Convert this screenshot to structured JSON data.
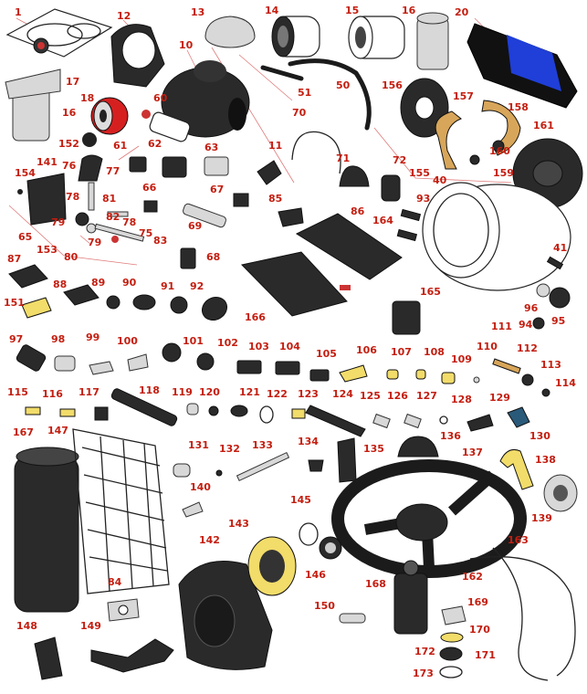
{
  "colors": {
    "label": "#c41e10",
    "part_dark": "#2a2a2a",
    "part_light": "#d8d8d8",
    "accent_red": "#d62020",
    "accent_blue": "#1f3fd8",
    "accent_tan": "#d8a65a",
    "accent_yellow": "#f2dc6a",
    "leader": "#e07a7a"
  },
  "labels": [
    {
      "id": "1",
      "text": "1"
    },
    {
      "id": "12",
      "text": "12"
    },
    {
      "id": "13",
      "text": "13"
    },
    {
      "id": "14",
      "text": "14"
    },
    {
      "id": "15",
      "text": "15"
    },
    {
      "id": "16a",
      "text": "16"
    },
    {
      "id": "20",
      "text": "20"
    },
    {
      "id": "17",
      "text": "17"
    },
    {
      "id": "10",
      "text": "10"
    },
    {
      "id": "16b",
      "text": "16"
    },
    {
      "id": "18",
      "text": "18"
    },
    {
      "id": "60",
      "text": "60"
    },
    {
      "id": "51",
      "text": "51"
    },
    {
      "id": "50",
      "text": "50"
    },
    {
      "id": "156",
      "text": "156"
    },
    {
      "id": "157",
      "text": "157"
    },
    {
      "id": "158",
      "text": "158"
    },
    {
      "id": "161",
      "text": "161"
    },
    {
      "id": "152",
      "text": "152"
    },
    {
      "id": "61",
      "text": "61"
    },
    {
      "id": "62",
      "text": "62"
    },
    {
      "id": "63",
      "text": "63"
    },
    {
      "id": "11",
      "text": "11"
    },
    {
      "id": "70",
      "text": "70"
    },
    {
      "id": "160",
      "text": "160"
    },
    {
      "id": "159",
      "text": "159"
    },
    {
      "id": "154",
      "text": "154"
    },
    {
      "id": "141",
      "text": "141"
    },
    {
      "id": "76",
      "text": "76"
    },
    {
      "id": "77",
      "text": "77"
    },
    {
      "id": "71",
      "text": "71"
    },
    {
      "id": "72",
      "text": "72"
    },
    {
      "id": "155",
      "text": "155"
    },
    {
      "id": "40",
      "text": "40"
    },
    {
      "id": "66",
      "text": "66"
    },
    {
      "id": "67",
      "text": "67"
    },
    {
      "id": "85",
      "text": "85"
    },
    {
      "id": "93",
      "text": "93"
    },
    {
      "id": "78a",
      "text": "78"
    },
    {
      "id": "81",
      "text": "81"
    },
    {
      "id": "79a",
      "text": "79"
    },
    {
      "id": "82",
      "text": "82"
    },
    {
      "id": "78b",
      "text": "78"
    },
    {
      "id": "86",
      "text": "86"
    },
    {
      "id": "164",
      "text": "164"
    },
    {
      "id": "65",
      "text": "65"
    },
    {
      "id": "79b",
      "text": "79"
    },
    {
      "id": "75",
      "text": "75"
    },
    {
      "id": "69",
      "text": "69"
    },
    {
      "id": "83",
      "text": "83"
    },
    {
      "id": "153",
      "text": "153"
    },
    {
      "id": "80",
      "text": "80"
    },
    {
      "id": "68",
      "text": "68"
    },
    {
      "id": "41",
      "text": "41"
    },
    {
      "id": "87",
      "text": "87"
    },
    {
      "id": "88",
      "text": "88"
    },
    {
      "id": "89",
      "text": "89"
    },
    {
      "id": "90",
      "text": "90"
    },
    {
      "id": "91",
      "text": "91"
    },
    {
      "id": "92",
      "text": "92"
    },
    {
      "id": "165",
      "text": "165"
    },
    {
      "id": "151",
      "text": "151"
    },
    {
      "id": "166",
      "text": "166"
    },
    {
      "id": "96",
      "text": "96"
    },
    {
      "id": "95",
      "text": "95"
    },
    {
      "id": "94",
      "text": "94"
    },
    {
      "id": "97",
      "text": "97"
    },
    {
      "id": "98",
      "text": "98"
    },
    {
      "id": "99",
      "text": "99"
    },
    {
      "id": "100",
      "text": "100"
    },
    {
      "id": "101",
      "text": "101"
    },
    {
      "id": "102",
      "text": "102"
    },
    {
      "id": "103",
      "text": "103"
    },
    {
      "id": "104",
      "text": "104"
    },
    {
      "id": "105",
      "text": "105"
    },
    {
      "id": "106",
      "text": "106"
    },
    {
      "id": "107",
      "text": "107"
    },
    {
      "id": "108",
      "text": "108"
    },
    {
      "id": "109",
      "text": "109"
    },
    {
      "id": "110",
      "text": "110"
    },
    {
      "id": "111",
      "text": "111"
    },
    {
      "id": "112",
      "text": "112"
    },
    {
      "id": "113",
      "text": "113"
    },
    {
      "id": "114",
      "text": "114"
    },
    {
      "id": "115",
      "text": "115"
    },
    {
      "id": "116",
      "text": "116"
    },
    {
      "id": "117",
      "text": "117"
    },
    {
      "id": "118",
      "text": "118"
    },
    {
      "id": "119",
      "text": "119"
    },
    {
      "id": "120",
      "text": "120"
    },
    {
      "id": "121",
      "text": "121"
    },
    {
      "id": "122",
      "text": "122"
    },
    {
      "id": "123",
      "text": "123"
    },
    {
      "id": "124",
      "text": "124"
    },
    {
      "id": "125",
      "text": "125"
    },
    {
      "id": "126",
      "text": "126"
    },
    {
      "id": "127",
      "text": "127"
    },
    {
      "id": "128",
      "text": "128"
    },
    {
      "id": "129",
      "text": "129"
    },
    {
      "id": "130",
      "text": "130"
    },
    {
      "id": "167",
      "text": "167"
    },
    {
      "id": "147",
      "text": "147"
    },
    {
      "id": "136",
      "text": "136"
    },
    {
      "id": "131",
      "text": "131"
    },
    {
      "id": "132",
      "text": "132"
    },
    {
      "id": "133",
      "text": "133"
    },
    {
      "id": "134",
      "text": "134"
    },
    {
      "id": "135",
      "text": "135"
    },
    {
      "id": "137",
      "text": "137"
    },
    {
      "id": "138",
      "text": "138"
    },
    {
      "id": "140",
      "text": "140"
    },
    {
      "id": "139",
      "text": "139"
    },
    {
      "id": "145",
      "text": "145"
    },
    {
      "id": "142",
      "text": "142"
    },
    {
      "id": "143",
      "text": "143"
    },
    {
      "id": "163",
      "text": "163"
    },
    {
      "id": "146",
      "text": "146"
    },
    {
      "id": "162",
      "text": "162"
    },
    {
      "id": "84",
      "text": "84"
    },
    {
      "id": "168",
      "text": "168"
    },
    {
      "id": "150",
      "text": "150"
    },
    {
      "id": "169",
      "text": "169"
    },
    {
      "id": "148",
      "text": "148"
    },
    {
      "id": "149",
      "text": "149"
    },
    {
      "id": "170",
      "text": "170"
    },
    {
      "id": "172",
      "text": "172"
    },
    {
      "id": "171",
      "text": "171"
    },
    {
      "id": "173",
      "text": "173"
    }
  ]
}
